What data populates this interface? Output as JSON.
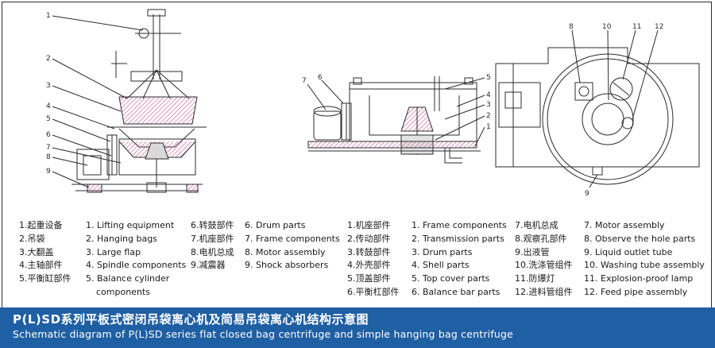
{
  "drawing_a": {
    "callouts": [
      "1",
      "2",
      "3",
      "4",
      "5",
      "6",
      "7",
      "8",
      "9"
    ]
  },
  "drawing_b": {
    "callouts": [
      "7",
      "6",
      "5",
      "4",
      "3",
      "2",
      "1"
    ]
  },
  "drawing_c": {
    "callouts": [
      "8",
      "10",
      "11",
      "12",
      "9"
    ]
  },
  "legend": {
    "a_cn": [
      "1.起重设备",
      "2.吊袋",
      "3.大翻盖",
      "4.主轴部件",
      "5.平衡缸部件"
    ],
    "a_en": [
      "1. Lifting equipment",
      "2. Hanging bags",
      "3. Large flap",
      "4. Spindle components",
      "5. Balance cylinder",
      "components"
    ],
    "a_cn2": [
      "6.转鼓部件",
      "7.机座部件",
      "8.电机总成",
      "9.减震器"
    ],
    "a_en2": [
      "6. Drum parts",
      "7. Frame components",
      "8. Motor assembly",
      "9. Shock absorbers"
    ],
    "b_cn": [
      "1.机座部件",
      "2.传动部件",
      "3.转鼓部件",
      "4.外壳部件",
      "5.顶盖部件",
      "6.平衡杠部件"
    ],
    "b_en": [
      "1. Frame components",
      "2. Transmission parts",
      "3. Drum parts",
      "4. Shell parts",
      "5. Top cover parts",
      "6. Balance bar parts"
    ],
    "b_cn2": [
      "7.电机总成",
      "8.观察孔部件",
      "9.出液管",
      "10.洗涤管组件",
      "11.防爆灯",
      "12.进料管组件"
    ],
    "b_en2": [
      "7. Motor assembly",
      "8. Observe the hole parts",
      "9. Liquid outlet tube",
      "10. Washing tube assembly",
      "11. Explosion-proof lamp",
      "12. Feed pipe assembly"
    ]
  },
  "caption": {
    "title_cn": "P(L)SD系列平板式密闭吊袋离心机及简易吊袋离心机结构示意图",
    "title_en": "Schematic diagram of P(L)SD series flat closed bag centrifuge and simple hanging bag centrifuge"
  },
  "colors": {
    "line": "#2b2b2b",
    "hatch": "#c8508c",
    "caption_bg": "#1f5fa3"
  }
}
